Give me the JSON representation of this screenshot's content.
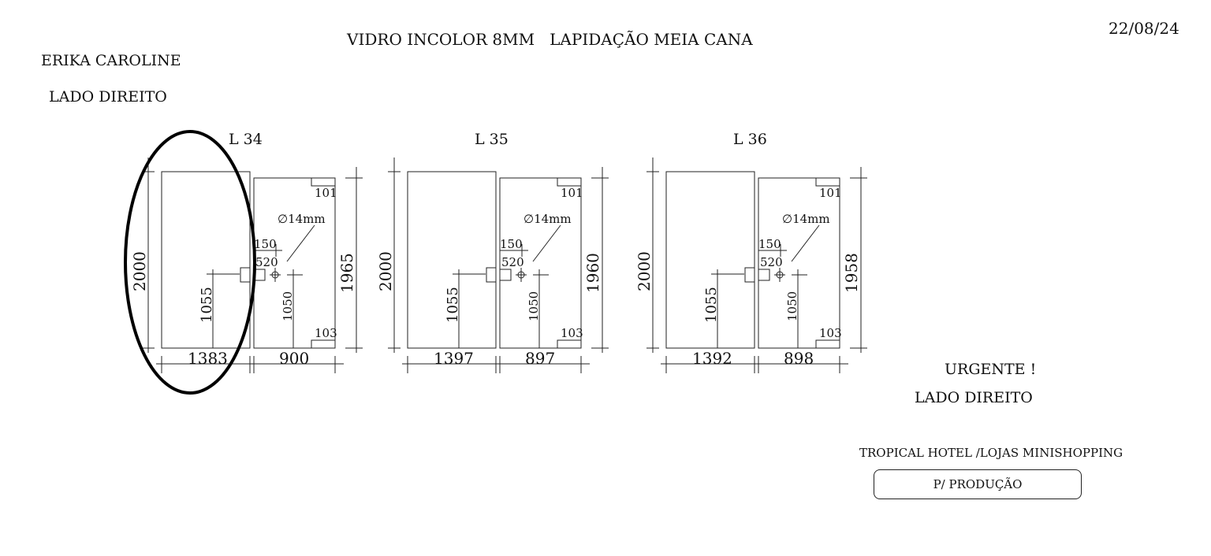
{
  "header": {
    "glass_spec": "VIDRO INCOLOR 8MM   LAPIDAÇÃO MEIA CANA",
    "date": "22/08/24",
    "client": "ERIKA CAROLINE",
    "side": "LADO DIREITO"
  },
  "units": [
    {
      "label": "L 34",
      "fixed_height": "2000",
      "fixed_width": "1383",
      "handle_height": "1055",
      "door_height": "1965",
      "door_width": "900",
      "hinge_top": "101",
      "hinge_bottom": "103",
      "hole": "∅14mm",
      "offset_150": "150",
      "offset_520": "520",
      "hole_height": "1050"
    },
    {
      "label": "L 35",
      "fixed_height": "2000",
      "fixed_width": "1397",
      "handle_height": "1055",
      "door_height": "1960",
      "door_width": "897",
      "hinge_top": "101",
      "hinge_bottom": "103",
      "hole": "∅14mm",
      "offset_150": "150",
      "offset_520": "520",
      "hole_height": "1050"
    },
    {
      "label": "L 36",
      "fixed_height": "2000",
      "fixed_width": "1392",
      "handle_height": "1055",
      "door_height": "1958",
      "door_width": "898",
      "hinge_top": "101",
      "hinge_bottom": "103",
      "hole": "∅14mm",
      "offset_150": "150",
      "offset_520": "520",
      "hole_height": "1050"
    }
  ],
  "notes": {
    "urgent": "URGENTE !",
    "side": "LADO DIREITO",
    "project": "TROPICAL HOTEL /LOJAS MINISHOPPING",
    "stamp": "P/ PRODUÇÃO"
  }
}
